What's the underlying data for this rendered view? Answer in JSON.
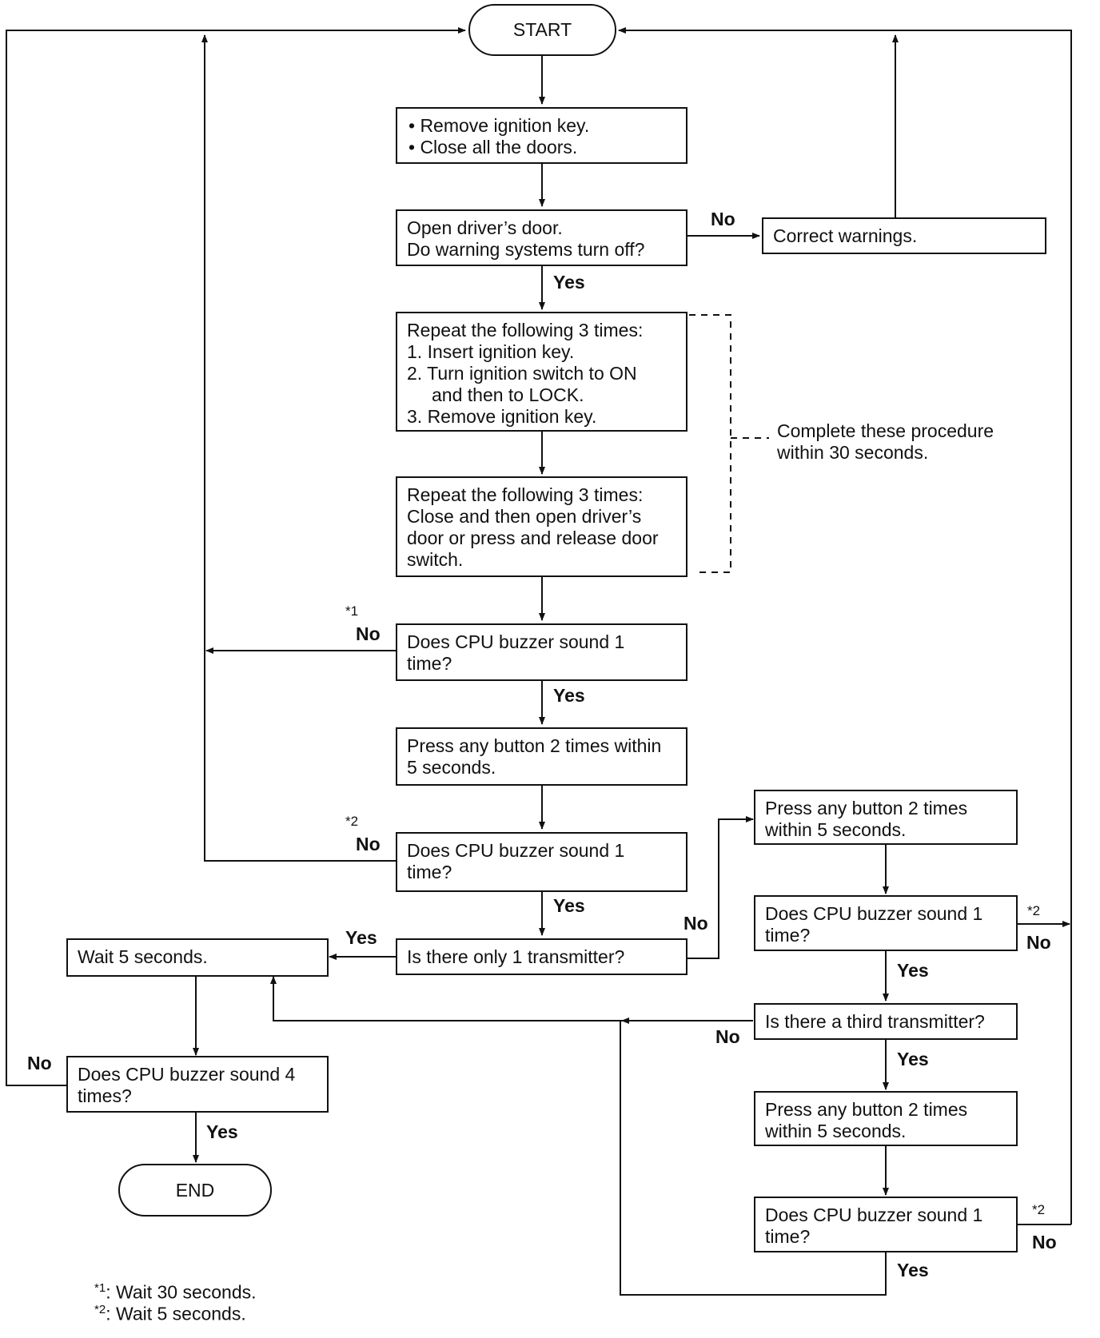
{
  "terminals": {
    "start": "START",
    "end": "END"
  },
  "steps": {
    "remove_key": [
      "• Remove ignition key.",
      "• Close all the doors."
    ],
    "open_door": [
      "Open driver’s door.",
      "Do warning systems turn off?"
    ],
    "correct_warnings": "Correct warnings.",
    "repeat_ignition": [
      "Repeat the following 3 times:",
      "1. Insert ignition key.",
      "2. Turn ignition switch to ON",
      "and then to LOCK.",
      "3. Remove ignition key."
    ],
    "repeat_door": [
      "Repeat the following 3 times:",
      "Close and then open driver’s",
      "door or press and release door",
      "switch."
    ],
    "buzzer_1a": [
      "Does CPU buzzer sound 1",
      "time?"
    ],
    "press_1": [
      "Press any button 2 times within",
      "5 seconds."
    ],
    "buzzer_1b": [
      "Does CPU buzzer sound 1",
      "time?"
    ],
    "only_one": "Is there only 1 transmitter?",
    "wait_5": "Wait 5 seconds.",
    "buzzer_4": [
      "Does CPU buzzer sound 4",
      "times?"
    ],
    "press_2": [
      "Press any button 2 times",
      "within 5 seconds."
    ],
    "buzzer_2": [
      "Does CPU buzzer sound 1",
      "time?"
    ],
    "third": "Is there a third transmitter?",
    "press_3": [
      "Press any button 2 times",
      "within 5 seconds."
    ],
    "buzzer_3": [
      "Does CPU buzzer sound 1",
      "time?"
    ]
  },
  "bracket_note": [
    "Complete these procedure",
    "within 30 seconds."
  ],
  "labels": {
    "yes": "Yes",
    "no": "No"
  },
  "markers": {
    "m1": "*1",
    "m2": "*2"
  },
  "footnotes": [
    {
      "mark": "*1",
      "text": ": Wait 30 seconds."
    },
    {
      "mark": "*2",
      "text": ": Wait 5 seconds."
    }
  ]
}
